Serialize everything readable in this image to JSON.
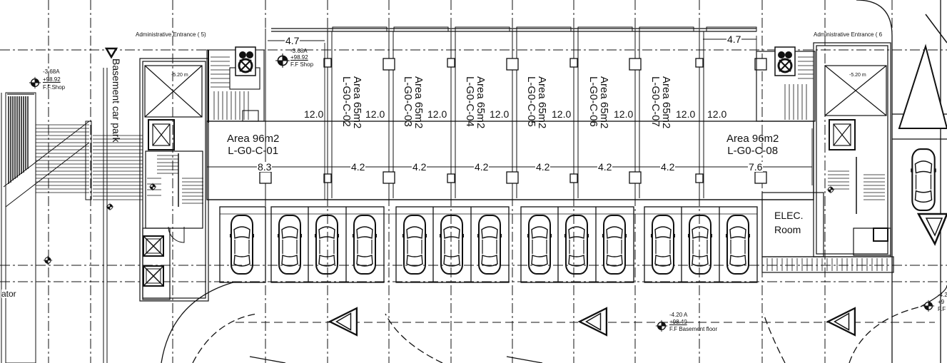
{
  "labels": {
    "admin_entrance_left": "Administrative Entrance ( 5)",
    "admin_entrance_right": "Administrative Entrance ( 6",
    "basement_car_park": "Basement car park",
    "elec_room_1": "ELEC.",
    "elec_room_2": "Room",
    "ator": "ator",
    "ff_shop": "F.F Shop",
    "ff_shop_level_1": "-3.68A",
    "ff_shop_level_2": "+98.92",
    "ff_basement_level_1": "-4.20 A",
    "ff_basement_level_2": "+98.40",
    "ff_basement_floor": "F.F  Basement floor",
    "left_level_1": "-3.68A",
    "left_level_2": "+98.92",
    "left_level_3": "F.F.Shop",
    "right_edge_1": "-4.2",
    "right_edge_2": "+9",
    "right_edge_3": "F.F",
    "stair_small_1": "-5.20 m",
    "stair_small_2": "-5.20 m"
  },
  "units": [
    {
      "area": "Area  96m2",
      "code": "L-G0-C-01"
    },
    {
      "area": "Area  65m2",
      "code": "L-G0-C-02"
    },
    {
      "area": "Area  65m2",
      "code": "L-G0-C-03"
    },
    {
      "area": "Area  65m2",
      "code": "L-G0-C-04"
    },
    {
      "area": "Area  65m2",
      "code": "L-G0-C-05"
    },
    {
      "area": "Area  65m2",
      "code": "L-G0-C-06"
    },
    {
      "area": "Area  65m2",
      "code": "L-G0-C-07"
    },
    {
      "area": "Area  96m2",
      "code": "L-G0-C-08"
    }
  ],
  "dimensions": {
    "top_left": "4.7",
    "top_right": "4.7",
    "depth": [
      "12.0",
      "12.0",
      "12.0",
      "12.0",
      "12.0",
      "12.0",
      "12.0",
      "12.0"
    ],
    "widths": [
      "8.3",
      "4.2",
      "4.2",
      "4.2",
      "4.2",
      "4.2",
      "4.2",
      "7.6"
    ]
  }
}
